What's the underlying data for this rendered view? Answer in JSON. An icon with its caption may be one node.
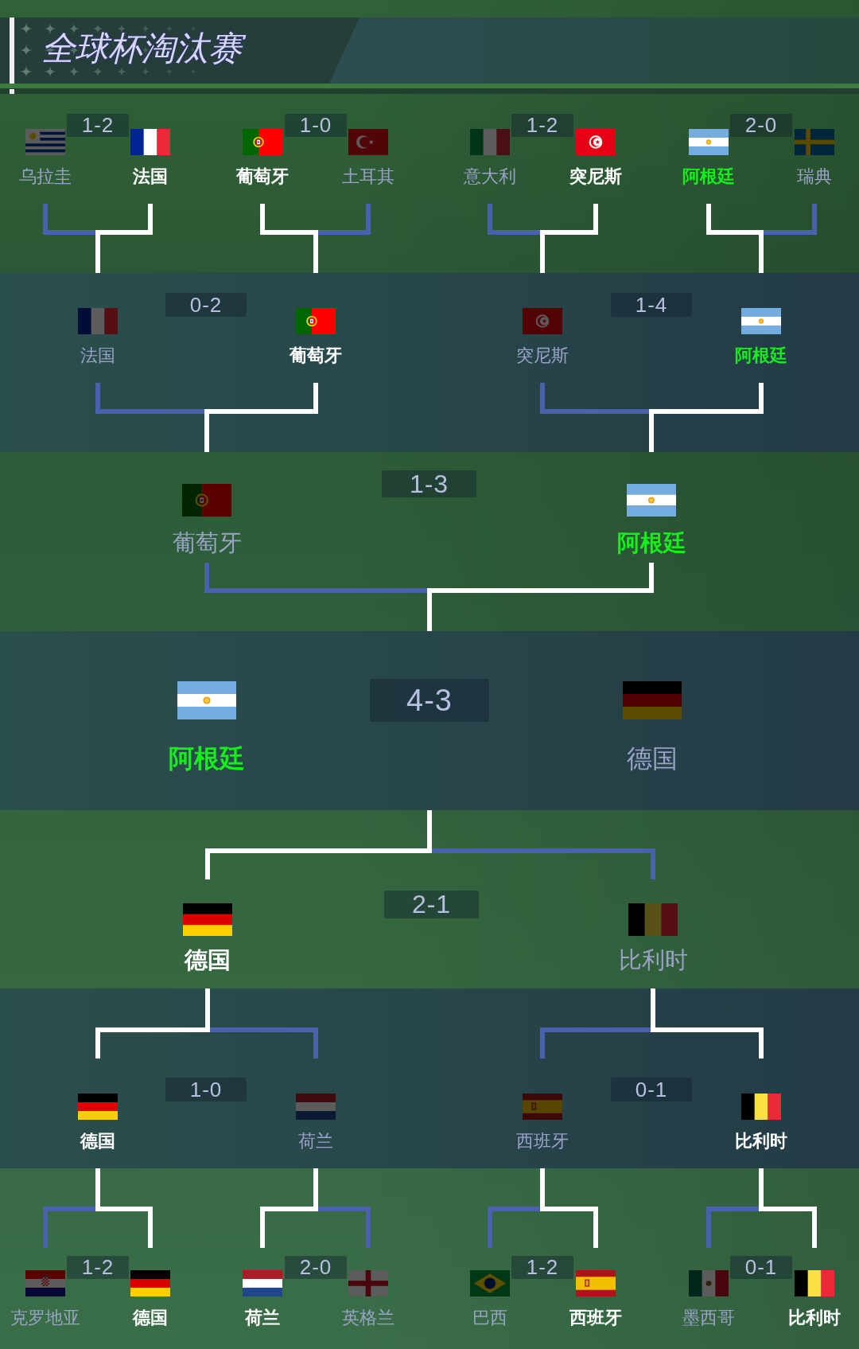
{
  "diagram": {
    "title": "全球杯淘汰赛",
    "nodes": [
      {
        "text": [
          "乌拉圭"
        ]
      },
      {
        "text": [
          "1-2"
        ]
      },
      {
        "text": [
          "法国"
        ]
      },
      {
        "text": [
          "葡萄牙"
        ]
      },
      {
        "text": [
          "1-0"
        ]
      },
      {
        "text": [
          "土耳其"
        ]
      },
      {
        "text": [
          "意大利"
        ]
      },
      {
        "text": [
          "1-2"
        ]
      },
      {
        "text": [
          "突尼斯"
        ]
      },
      {
        "text": [
          "阿根廷"
        ]
      },
      {
        "text": [
          "2-0"
        ]
      },
      {
        "text": [
          "瑞典"
        ]
      },
      {
        "text": [],
        "shape": "band"
      },
      {
        "text": [
          "法国"
        ],
        "in": 12
      },
      {
        "text": [
          "0-2"
        ],
        "in": 12
      },
      {
        "text": [
          "葡萄牙"
        ],
        "in": 12
      },
      {
        "text": [
          "突尼斯"
        ],
        "in": 12
      },
      {
        "text": [
          "1-4"
        ],
        "in": 12
      },
      {
        "text": [
          "阿根廷"
        ],
        "in": 12
      },
      {
        "text": [
          "葡萄牙"
        ]
      },
      {
        "text": [
          "1-3"
        ]
      },
      {
        "text": [
          "阿根廷"
        ]
      },
      {
        "text": [],
        "shape": "band"
      },
      {
        "text": [
          "阿根廷"
        ],
        "in": 22
      },
      {
        "text": [
          "4-3"
        ],
        "in": 22
      },
      {
        "text": [
          "德国"
        ],
        "in": 22
      },
      {
        "text": [
          "德国"
        ]
      },
      {
        "text": [
          "2-1"
        ]
      },
      {
        "text": [
          "比利时"
        ]
      },
      {
        "text": [],
        "shape": "band"
      },
      {
        "text": [
          "德国"
        ],
        "in": 29
      },
      {
        "text": [
          "1-0"
        ],
        "in": 29
      },
      {
        "text": [
          "荷兰"
        ],
        "in": 29
      },
      {
        "text": [
          "西班牙"
        ],
        "in": 29
      },
      {
        "text": [
          "0-1"
        ],
        "in": 29
      },
      {
        "text": [
          "比利时"
        ],
        "in": 29
      },
      {
        "text": [
          "克罗地亚"
        ]
      },
      {
        "text": [
          "1-2"
        ]
      },
      {
        "text": [
          "德国"
        ]
      },
      {
        "text": [
          "荷兰"
        ]
      },
      {
        "text": [
          "2-0"
        ]
      },
      {
        "text": [
          "英格兰"
        ]
      },
      {
        "text": [
          "巴西"
        ]
      },
      {
        "text": [
          "1-2"
        ]
      },
      {
        "text": [
          "西班牙"
        ]
      },
      {
        "text": [
          "墨西哥"
        ]
      },
      {
        "text": [
          "0-1"
        ]
      },
      {
        "text": [
          "比利时"
        ]
      }
    ],
    "edges": [
      {
        "from": 0,
        "to": 13,
        "arrow": "none",
        "color": "#4a62ad"
      },
      {
        "from": 2,
        "to": 13,
        "arrow": "none",
        "color": "#ffffff"
      },
      {
        "from": 5,
        "to": 15,
        "arrow": "none",
        "color": "#4a62ad"
      },
      {
        "from": 3,
        "to": 15,
        "arrow": "none",
        "color": "#ffffff"
      },
      {
        "from": 6,
        "to": 16,
        "arrow": "none",
        "color": "#4a62ad"
      },
      {
        "from": 8,
        "to": 16,
        "arrow": "none",
        "color": "#ffffff"
      },
      {
        "from": 11,
        "to": 18,
        "arrow": "none",
        "color": "#4a62ad"
      },
      {
        "from": 9,
        "to": 18,
        "arrow": "none",
        "color": "#ffffff"
      },
      {
        "from": 13,
        "to": 19,
        "arrow": "none",
        "color": "#4a62ad"
      },
      {
        "from": 15,
        "to": 19,
        "arrow": "none",
        "color": "#ffffff"
      },
      {
        "from": 16,
        "to": 21,
        "arrow": "none",
        "color": "#4a62ad"
      },
      {
        "from": 18,
        "to": 21,
        "arrow": "none",
        "color": "#ffffff"
      },
      {
        "from": 19,
        "to": 22,
        "arrow": "none",
        "color": "#4a62ad"
      },
      {
        "from": 21,
        "to": 22,
        "arrow": "none",
        "color": "#ffffff"
      },
      {
        "from": 28,
        "to": 22,
        "arrow": "none",
        "color": "#4a62ad"
      },
      {
        "from": 26,
        "to": 22,
        "arrow": "none",
        "color": "#ffffff"
      },
      {
        "from": 32,
        "to": 26,
        "arrow": "none",
        "color": "#4a62ad"
      },
      {
        "from": 30,
        "to": 26,
        "arrow": "none",
        "color": "#ffffff"
      },
      {
        "from": 33,
        "to": 28,
        "arrow": "none",
        "color": "#4a62ad"
      },
      {
        "from": 35,
        "to": 28,
        "arrow": "none",
        "color": "#ffffff"
      },
      {
        "from": 36,
        "to": 30,
        "arrow": "none",
        "color": "#4a62ad"
      },
      {
        "from": 38,
        "to": 30,
        "arrow": "none",
        "color": "#ffffff"
      },
      {
        "from": 41,
        "to": 32,
        "arrow": "none",
        "color": "#4a62ad"
      },
      {
        "from": 39,
        "to": 32,
        "arrow": "none",
        "color": "#ffffff"
      },
      {
        "from": 42,
        "to": 33,
        "arrow": "none",
        "color": "#4a62ad"
      },
      {
        "from": 44,
        "to": 33,
        "arrow": "none",
        "color": "#ffffff"
      },
      {
        "from": 45,
        "to": 35,
        "arrow": "none",
        "color": "#4a62ad"
      },
      {
        "from": 47,
        "to": 35,
        "arrow": "none",
        "color": "#ffffff"
      }
    ]
  }
}
